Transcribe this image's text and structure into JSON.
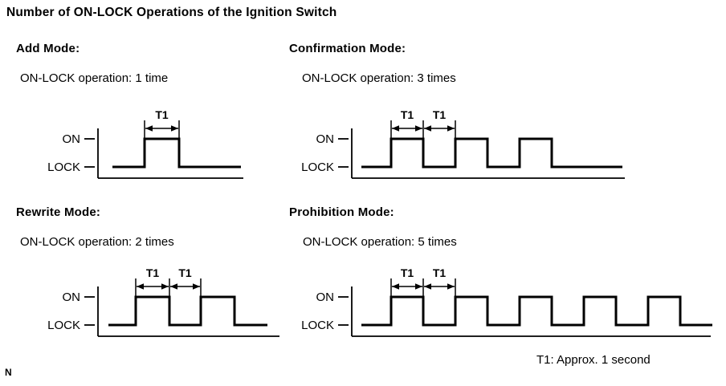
{
  "title": "Number of ON-LOCK Operations of the Ignition Switch",
  "footer_note": "T1: Approx. 1 second",
  "page_marker": "N",
  "colors": {
    "ink": "#000000",
    "background": "#ffffff"
  },
  "signal_labels": {
    "on": "ON",
    "lock": "LOCK"
  },
  "t1_label": "T1",
  "modes": [
    {
      "id": "add",
      "heading": "Add Mode:",
      "operation": "ON-LOCK operation: 1 time",
      "pulses": 1,
      "t1_spans": 1
    },
    {
      "id": "confirmation",
      "heading": "Confirmation Mode:",
      "operation": "ON-LOCK operation: 3 times",
      "pulses": 3,
      "t1_spans": 2
    },
    {
      "id": "rewrite",
      "heading": "Rewrite Mode:",
      "operation": "ON-LOCK operation: 2 times",
      "pulses": 2,
      "t1_spans": 2
    },
    {
      "id": "prohibition",
      "heading": "Prohibition Mode:",
      "operation": "ON-LOCK operation: 5 times",
      "pulses": 5,
      "t1_spans": 2
    }
  ]
}
